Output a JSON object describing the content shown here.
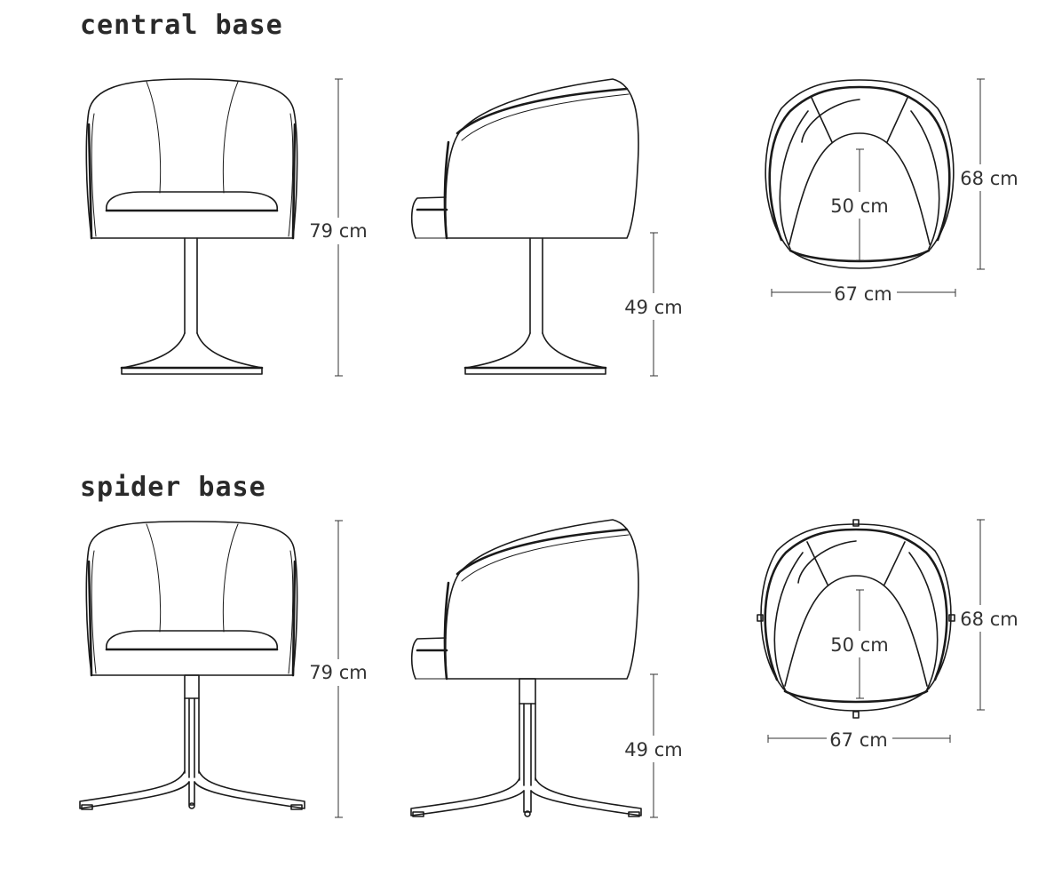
{
  "sections": [
    {
      "title": "central base",
      "dimensions": {
        "total_height": "79 cm",
        "seat_height": "49 cm",
        "depth": "68 cm",
        "inner_depth": "50 cm",
        "width": "67 cm"
      }
    },
    {
      "title": "spider base",
      "dimensions": {
        "total_height": "79 cm",
        "seat_height": "49 cm",
        "depth": "68 cm",
        "inner_depth": "50 cm",
        "width": "67 cm"
      }
    }
  ]
}
